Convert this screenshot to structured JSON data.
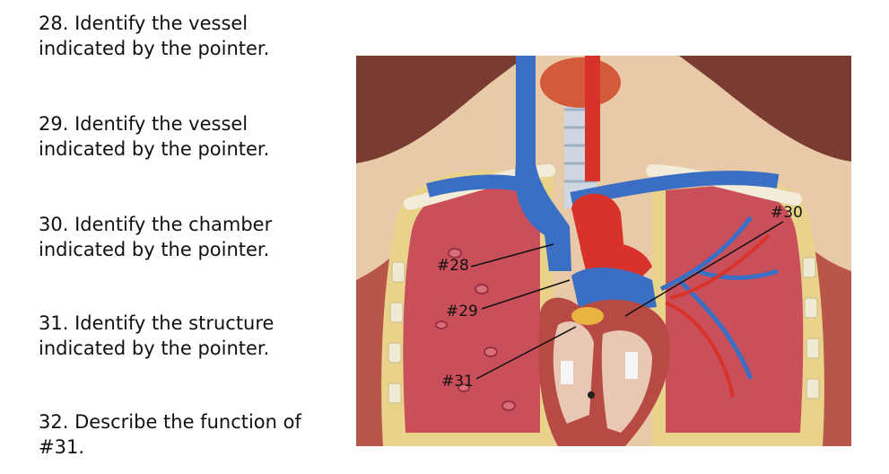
{
  "questions": [
    {
      "line1": "28. Identify the vessel",
      "line2": "indicated by the pointer."
    },
    {
      "line1": "29. Identify the vessel",
      "line2": "indicated by the pointer."
    },
    {
      "line1": "30. Identify the chamber",
      "line2": "indicated by the pointer."
    },
    {
      "line1": "31. Identify the structure",
      "line2": "indicated by the pointer."
    },
    {
      "line1": "32. Describe the function of",
      "line2": "#31."
    }
  ],
  "figure": {
    "labels": {
      "l28": "#28",
      "l29": "#29",
      "l30": "#30",
      "l31": "#31"
    },
    "colors": {
      "background": "#7a3b32",
      "skin": "#e8c9a8",
      "lung": "#c9505a",
      "vein_blue": "#3a6fc4",
      "artery_red": "#d8322a",
      "pleura": "#e9d28a",
      "heart_wall": "#b84a44"
    }
  }
}
